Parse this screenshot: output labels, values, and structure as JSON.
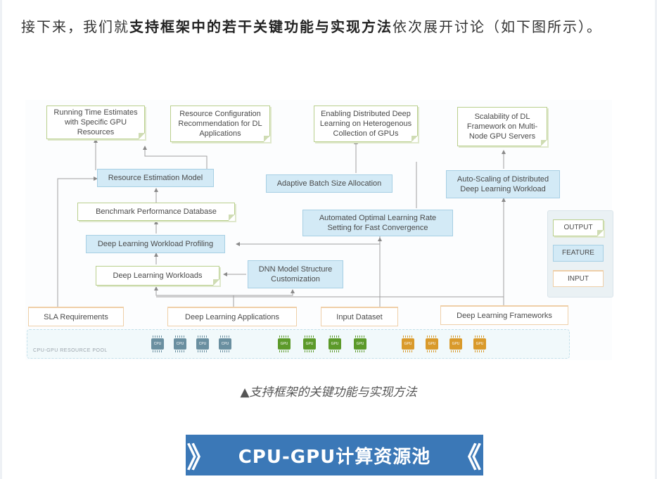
{
  "intro": {
    "part1": "接下来，我们就",
    "bold": "支持框架中的若干关键功能与实现方法",
    "part2": "依次展开讨论（如下图所示）。"
  },
  "diagram": {
    "notes": {
      "running_time": "Running Time Estimates\nwith Specific GPU\nResources",
      "resource_config": "Resource Configuration\nRecommendation for DL\nApplications",
      "distributed": "Enabling Distributed Deep\nLearning on Heterogenous\nCollection of GPUs",
      "scalability": "Scalability of DL\nFramework on Multi-\nNode GPU Servers",
      "benchmark_db": "Benchmark Performance Database",
      "dl_workloads": "Deep Learning Workloads",
      "legend_output": "OUTPUT"
    },
    "blue": {
      "resource_model": "Resource Estimation Model",
      "batch_size": "Adaptive Batch Size Allocation",
      "auto_scaling": "Auto-Scaling of Distributed\nDeep Learning Workload",
      "learning_rate": "Automated Optimal Learning Rate\nSetting for Fast Convergence",
      "profiling": "Deep Learning Workload Profiling",
      "dnn_custom": "DNN Model Structure\nCustomization",
      "legend_feature": "FEATURE"
    },
    "inputs": {
      "sla": "SLA Requirements",
      "dl_apps": "Deep Learning Applications",
      "dataset": "Input Dataset",
      "frameworks": "Deep Learning Frameworks",
      "legend_input": "INPUT"
    },
    "pool": {
      "label": "CPU-GPU RESOURCE POOL",
      "cpu_label": "CPU",
      "gpu_label": "GPU"
    }
  },
  "caption": "▲支持框架的关键功能与实现方法",
  "banner": {
    "title": "CPU-GPU计算资源池",
    "left_deco": "》",
    "right_deco": "《"
  }
}
